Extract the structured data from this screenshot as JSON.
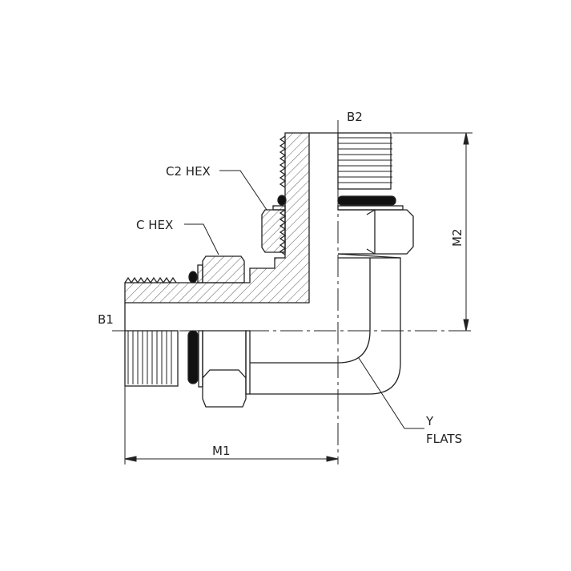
{
  "drawing": {
    "labels": {
      "b1": "B1",
      "b2": "B2",
      "c_hex": "C HEX",
      "c2_hex": "C2 HEX",
      "m1": "M1",
      "m2": "M2",
      "y": "Y",
      "flats": "FLATS"
    },
    "colors": {
      "line": "#222222",
      "background": "#ffffff"
    }
  }
}
